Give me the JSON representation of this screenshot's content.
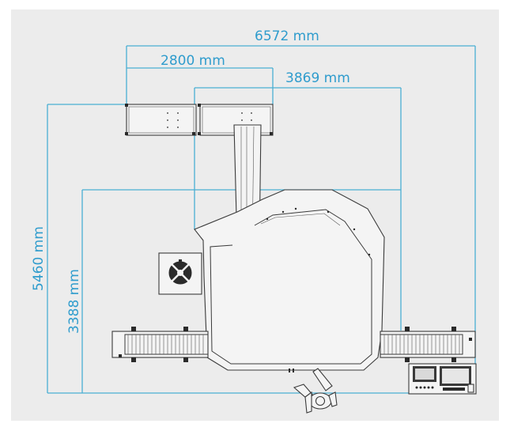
{
  "dimensions": {
    "total_width": "6572 mm",
    "left_width": "2800 mm",
    "middle_width": "3869 mm",
    "total_depth": "5460 mm",
    "inner_depth": "3388 mm"
  },
  "colors": {
    "dimension_line": "#4aaed3",
    "dimension_text": "#2f9ccd",
    "background": "#ececec",
    "machine_outline": "#3a3a3a"
  }
}
